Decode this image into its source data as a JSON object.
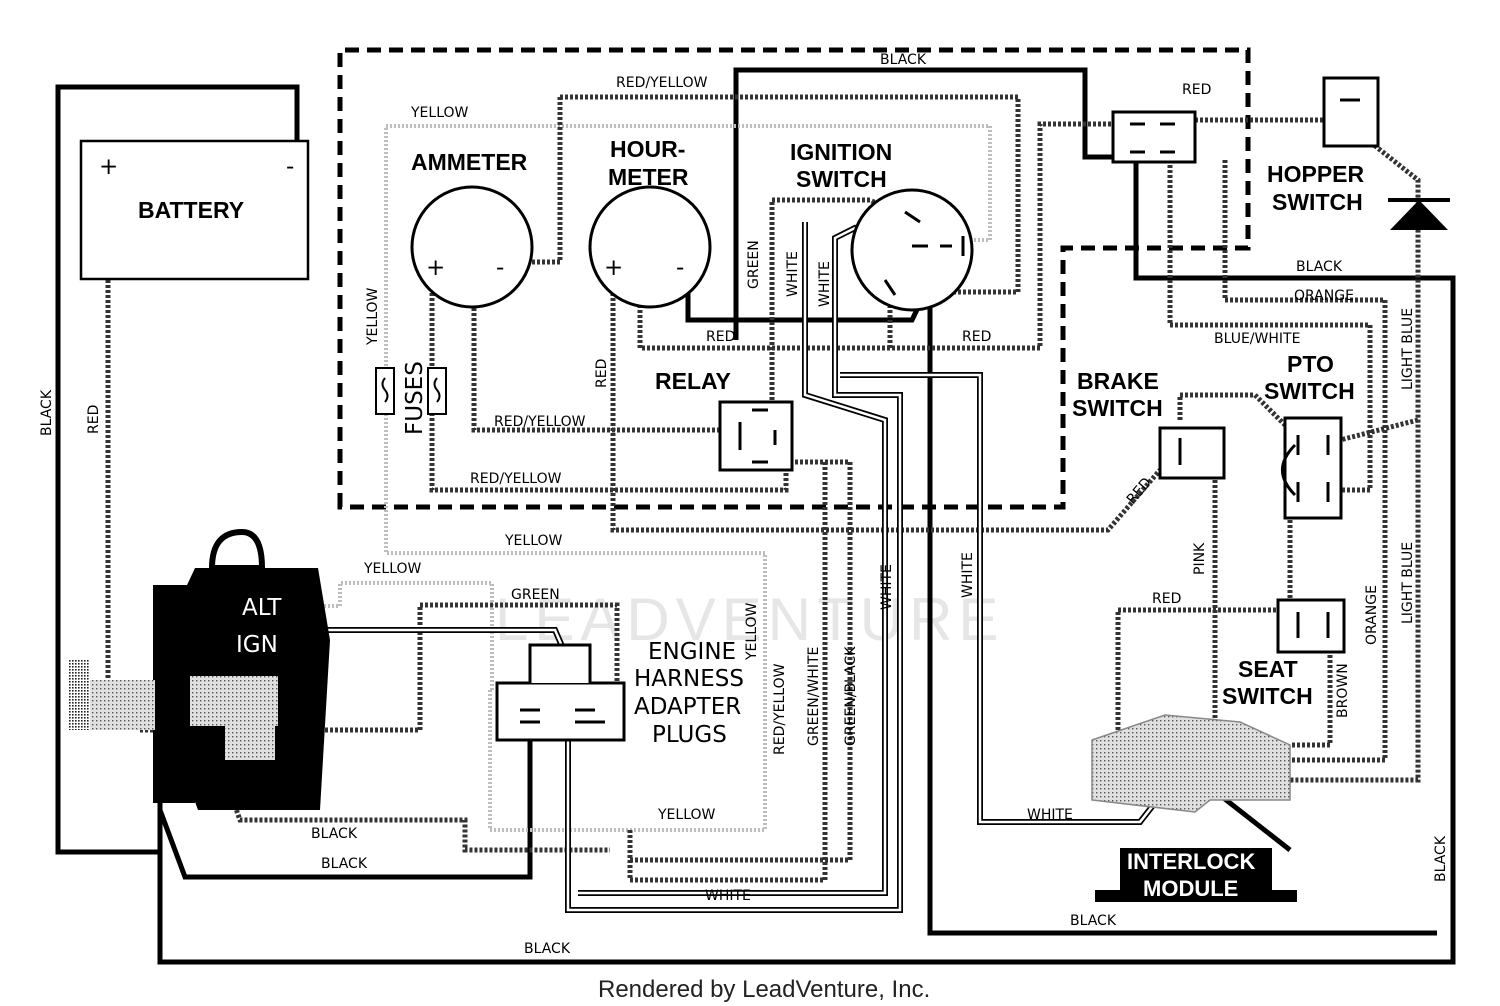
{
  "components": {
    "battery": "BATTERY",
    "battery_plus": "+",
    "battery_minus": "-",
    "ammeter": "AMMETER",
    "hourmeter_1": "HOUR-",
    "hourmeter_2": "METER",
    "ignition_1": "IGNITION",
    "ignition_2": "SWITCH",
    "hopper_1": "HOPPER",
    "hopper_2": "SWITCH",
    "relay": "RELAY",
    "fuses": "FUSES",
    "brake_1": "BRAKE",
    "brake_2": "SWITCH",
    "pto_1": "PTO",
    "pto_2": "SWITCH",
    "seat_1": "SEAT",
    "seat_2": "SWITCH",
    "alt": "ALT",
    "ign": "IGN",
    "engine_1": "ENGINE",
    "engine_2": "HARNESS",
    "engine_3": "ADAPTER",
    "engine_4": "PLUGS",
    "interlock_1": "INTERLOCK",
    "interlock_2": "MODULE"
  },
  "wires": {
    "black": "BLACK",
    "red": "RED",
    "yellow": "YELLOW",
    "red_yellow": "RED/YELLOW",
    "green": "GREEN",
    "white": "WHITE",
    "orange": "ORANGE",
    "blue_white": "BLUE/WHITE",
    "light_blue": "LIGHT BLUE",
    "pink": "PINK",
    "brown": "BROWN",
    "green_white": "GREEN/WHITE",
    "green_black": "GREEN/BLACK"
  },
  "watermark": "LEADVENTURE",
  "footer": "Rendered by LeadVenture, Inc."
}
